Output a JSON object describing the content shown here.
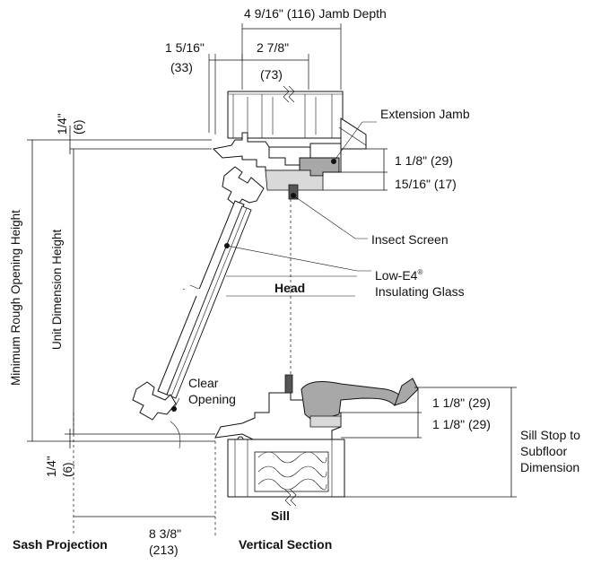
{
  "labels": {
    "jamb_depth": "4 9/16\" (116) Jamb Depth",
    "dim_1_5_16_a": "1 5/16\"",
    "dim_1_5_16_b": "(33)",
    "dim_2_7_8_a": "2 7/8\"",
    "dim_2_7_8_b": "(73)",
    "extension_jamb": "Extension Jamb",
    "dim_1_1_8_top": "1 1/8\" (29)",
    "dim_15_16": "15/16\" (17)",
    "insect_screen": "Insect Screen",
    "low_e4_line1": "Low-E4",
    "low_e4_reg": "®",
    "low_e4_line2": "Insulating Glass",
    "head": "Head",
    "clear_opening_1": "Clear",
    "clear_opening_2": "Opening",
    "dim_1_1_8_sill_a": "1 1/8\" (29)",
    "dim_1_1_8_sill_b": "1 1/8\" (29)",
    "sill_stop_1": "Sill Stop to",
    "sill_stop_2": "Subfloor",
    "sill_stop_3": "Dimension",
    "sill": "Sill",
    "sash_projection": "Sash Projection",
    "dim_8_3_8_a": "8 3/8\"",
    "dim_8_3_8_b": "(213)",
    "vertical_section": "Vertical Section",
    "min_rough_opening": "Minimum Rough Opening Height",
    "unit_dimension": "Unit Dimension Height",
    "quarter_top_a": "1/4\"",
    "quarter_top_b": "(6)",
    "quarter_bot_a": "1/4\"",
    "quarter_bot_b": "(6)"
  }
}
